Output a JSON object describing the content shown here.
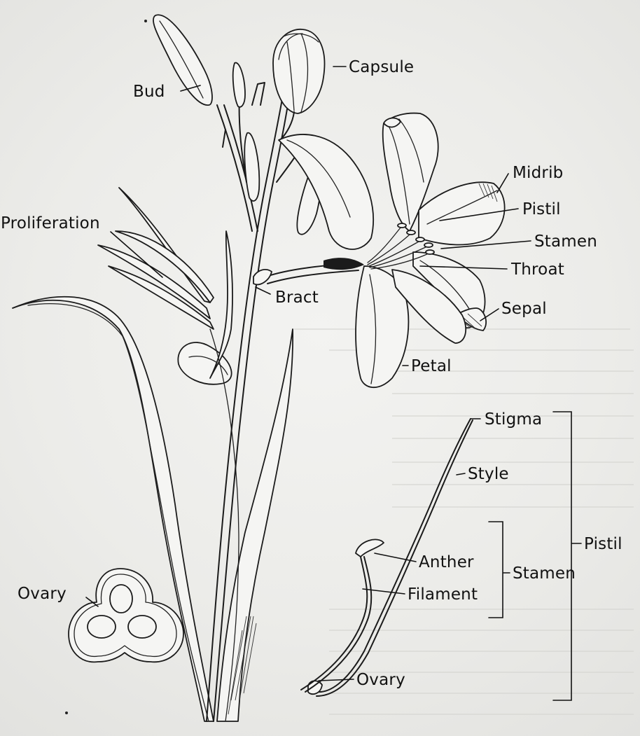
{
  "diagram": {
    "labels": {
      "bud": "Bud",
      "capsule": "Capsule",
      "midrib": "Midrib",
      "pistil_flower": "Pistil",
      "stamen_flower": "Stamen",
      "proliferation": "Proliferation",
      "throat": "Throat",
      "bract": "Bract",
      "sepal": "Sepal",
      "petal": "Petal",
      "stigma": "Stigma",
      "style": "Style",
      "pistil_group": "Pistil",
      "anther": "Anther",
      "stamen_group": "Stamen",
      "ovary_cross_section": "Ovary",
      "filament": "Filament",
      "ovary_bottom": "Ovary"
    }
  }
}
